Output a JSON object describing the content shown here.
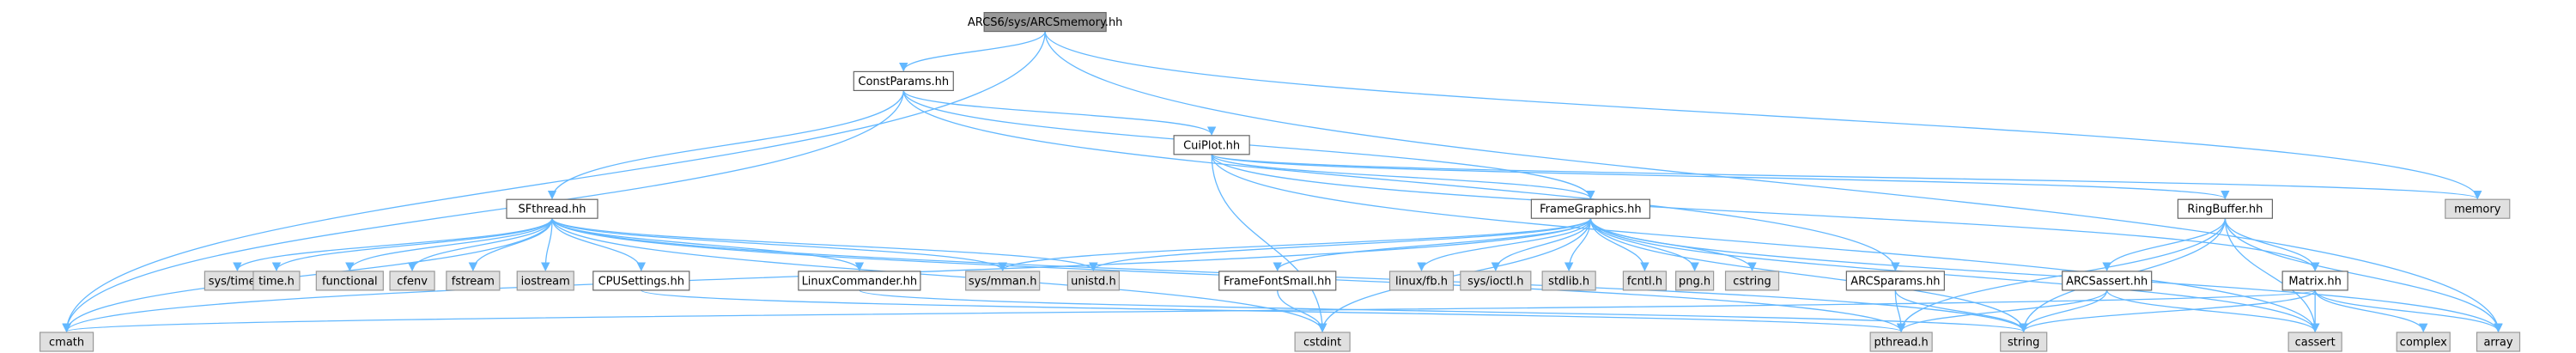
{
  "colors": {
    "edge": "#63b8ff",
    "root_fill": "#999999",
    "root_border": "#666666",
    "header_fill": "#ffffff",
    "header_border": "#666666",
    "system_fill": "#e0e0e0",
    "system_border": "#999999"
  },
  "nodes": [
    {
      "id": "root",
      "label": "ARCS6/sys/ARCSmemory.hh",
      "kind": "root"
    },
    {
      "id": "constparams",
      "label": "ConstParams.hh",
      "kind": "header"
    },
    {
      "id": "cuiplot",
      "label": "CuiPlot.hh",
      "kind": "header"
    },
    {
      "id": "sfthread",
      "label": "SFthread.hh",
      "kind": "header"
    },
    {
      "id": "framegraphics",
      "label": "FrameGraphics.hh",
      "kind": "header"
    },
    {
      "id": "ringbuffer",
      "label": "RingBuffer.hh",
      "kind": "header"
    },
    {
      "id": "memory",
      "label": "memory",
      "kind": "system"
    },
    {
      "id": "array",
      "label": "array",
      "kind": "system"
    },
    {
      "id": "cmath",
      "label": "cmath",
      "kind": "system"
    },
    {
      "id": "systime",
      "label": "sys/time.h",
      "kind": "system"
    },
    {
      "id": "timeh",
      "label": "time.h",
      "kind": "system"
    },
    {
      "id": "functional",
      "label": "functional",
      "kind": "system"
    },
    {
      "id": "cfenv",
      "label": "cfenv",
      "kind": "system"
    },
    {
      "id": "fstream",
      "label": "fstream",
      "kind": "system"
    },
    {
      "id": "iostream",
      "label": "iostream",
      "kind": "system"
    },
    {
      "id": "cpusettings",
      "label": "CPUSettings.hh",
      "kind": "header"
    },
    {
      "id": "linuxcommander",
      "label": "LinuxCommander.hh",
      "kind": "header"
    },
    {
      "id": "sysmman",
      "label": "sys/mman.h",
      "kind": "system"
    },
    {
      "id": "unistd",
      "label": "unistd.h",
      "kind": "system"
    },
    {
      "id": "framefontsmall",
      "label": "FrameFontSmall.hh",
      "kind": "header"
    },
    {
      "id": "linuxfb",
      "label": "linux/fb.h",
      "kind": "system"
    },
    {
      "id": "sysioctl",
      "label": "sys/ioctl.h",
      "kind": "system"
    },
    {
      "id": "stdlib",
      "label": "stdlib.h",
      "kind": "system"
    },
    {
      "id": "fcntl",
      "label": "fcntl.h",
      "kind": "system"
    },
    {
      "id": "png",
      "label": "png.h",
      "kind": "system"
    },
    {
      "id": "cstring",
      "label": "cstring",
      "kind": "system"
    },
    {
      "id": "arcsparams",
      "label": "ARCSparams.hh",
      "kind": "header"
    },
    {
      "id": "arcsassert",
      "label": "ARCSassert.hh",
      "kind": "header"
    },
    {
      "id": "matrix",
      "label": "Matrix.hh",
      "kind": "header"
    },
    {
      "id": "cstdint",
      "label": "cstdint",
      "kind": "system"
    },
    {
      "id": "pthread",
      "label": "pthread.h",
      "kind": "system"
    },
    {
      "id": "string",
      "label": "string",
      "kind": "system"
    },
    {
      "id": "cassert",
      "label": "cassert",
      "kind": "system"
    },
    {
      "id": "complex",
      "label": "complex",
      "kind": "system"
    }
  ],
  "edges": [
    [
      "root",
      "constparams"
    ],
    [
      "root",
      "memory"
    ],
    [
      "root",
      "array"
    ],
    [
      "root",
      "cmath"
    ],
    [
      "constparams",
      "cuiplot"
    ],
    [
      "constparams",
      "sfthread"
    ],
    [
      "constparams",
      "framegraphics"
    ],
    [
      "constparams",
      "arcsparams"
    ],
    [
      "constparams",
      "cmath"
    ],
    [
      "cuiplot",
      "framegraphics"
    ],
    [
      "cuiplot",
      "ringbuffer"
    ],
    [
      "cuiplot",
      "matrix"
    ],
    [
      "cuiplot",
      "memory"
    ],
    [
      "cuiplot",
      "cassert"
    ],
    [
      "cuiplot",
      "cstdint"
    ],
    [
      "sfthread",
      "systime"
    ],
    [
      "sfthread",
      "timeh"
    ],
    [
      "sfthread",
      "functional"
    ],
    [
      "sfthread",
      "cfenv"
    ],
    [
      "sfthread",
      "fstream"
    ],
    [
      "sfthread",
      "iostream"
    ],
    [
      "sfthread",
      "cpusettings"
    ],
    [
      "sfthread",
      "linuxcommander"
    ],
    [
      "sfthread",
      "sysmman"
    ],
    [
      "sfthread",
      "unistd"
    ],
    [
      "sfthread",
      "cmath"
    ],
    [
      "sfthread",
      "cstdint"
    ],
    [
      "sfthread",
      "pthread"
    ],
    [
      "sfthread",
      "string"
    ],
    [
      "framegraphics",
      "unistd"
    ],
    [
      "framegraphics",
      "sysmman"
    ],
    [
      "framegraphics",
      "framefontsmall"
    ],
    [
      "framegraphics",
      "linuxfb"
    ],
    [
      "framegraphics",
      "sysioctl"
    ],
    [
      "framegraphics",
      "stdlib"
    ],
    [
      "framegraphics",
      "fcntl"
    ],
    [
      "framegraphics",
      "png"
    ],
    [
      "framegraphics",
      "cstring"
    ],
    [
      "framegraphics",
      "cmath"
    ],
    [
      "framegraphics",
      "cstdint"
    ],
    [
      "framegraphics",
      "string"
    ],
    [
      "framegraphics",
      "array"
    ],
    [
      "framegraphics",
      "cassert"
    ],
    [
      "ringbuffer",
      "arcsassert"
    ],
    [
      "ringbuffer",
      "matrix"
    ],
    [
      "ringbuffer",
      "pthread"
    ],
    [
      "ringbuffer",
      "string"
    ],
    [
      "ringbuffer",
      "cassert"
    ],
    [
      "ringbuffer",
      "array"
    ],
    [
      "cpusettings",
      "pthread"
    ],
    [
      "linuxcommander",
      "string"
    ],
    [
      "framefontsmall",
      "cstdint"
    ],
    [
      "arcsparams",
      "pthread"
    ],
    [
      "arcsparams",
      "string"
    ],
    [
      "arcsassert",
      "pthread"
    ],
    [
      "arcsassert",
      "string"
    ],
    [
      "arcsassert",
      "cassert"
    ],
    [
      "matrix",
      "cmath"
    ],
    [
      "matrix",
      "string"
    ],
    [
      "matrix",
      "cassert"
    ],
    [
      "matrix",
      "complex"
    ],
    [
      "matrix",
      "array"
    ]
  ]
}
